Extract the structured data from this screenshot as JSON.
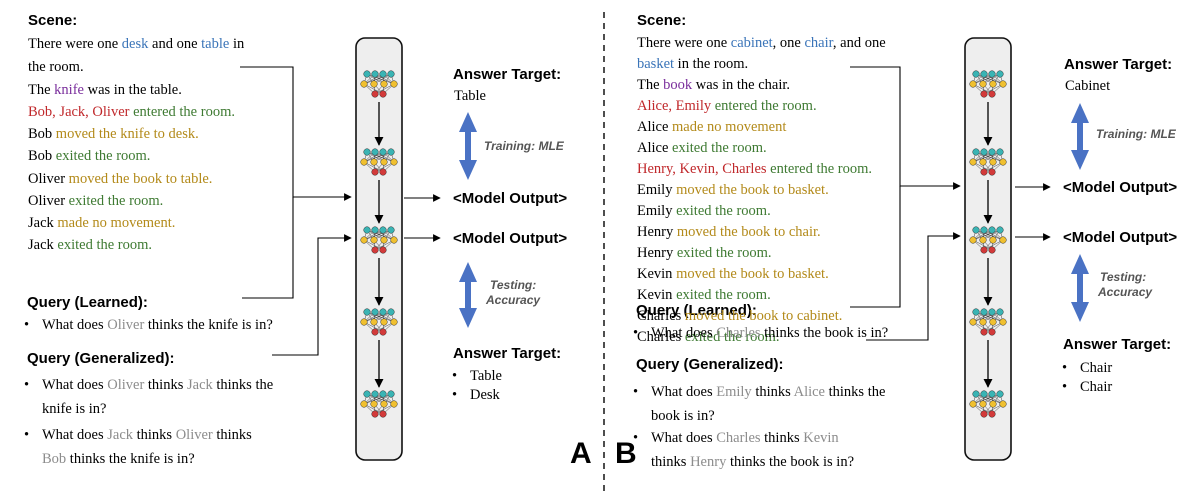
{
  "colors": {
    "blue": "#3a74b8",
    "purple": "#7a2e9c",
    "red": "#c0282b",
    "olive": "#b38a1a",
    "green": "#3e7a32",
    "gray": "#8c8c8c",
    "arrow_blue": "#4a72c4",
    "node_teal": "#3ab4b4",
    "node_yellow": "#f0c030",
    "node_red": "#d23a3a"
  },
  "panel_a": {
    "letter": "A",
    "scene_title": "Scene:",
    "scene_lines": [
      [
        {
          "t": "There were one ",
          "c": "black"
        },
        {
          "t": "desk",
          "c": "blue"
        },
        {
          "t": " and one ",
          "c": "black"
        },
        {
          "t": "table",
          "c": "blue"
        },
        {
          "t": " in",
          "c": "black"
        }
      ],
      [
        {
          "t": "the room.",
          "c": "black"
        }
      ],
      [
        {
          "t": "The ",
          "c": "black"
        },
        {
          "t": "knife",
          "c": "purple"
        },
        {
          "t": " was in the table.",
          "c": "black"
        }
      ],
      [
        {
          "t": "Bob, Jack, Oliver",
          "c": "red"
        },
        {
          "t": " entered the room.",
          "c": "green"
        }
      ],
      [
        {
          "t": "Bob ",
          "c": "black"
        },
        {
          "t": "moved the knife to desk.",
          "c": "olive"
        }
      ],
      [
        {
          "t": "Bob ",
          "c": "black"
        },
        {
          "t": "exited the room.",
          "c": "green"
        }
      ],
      [
        {
          "t": "Oliver ",
          "c": "black"
        },
        {
          "t": "moved the book to table.",
          "c": "olive"
        }
      ],
      [
        {
          "t": "Oliver ",
          "c": "black"
        },
        {
          "t": "exited the room.",
          "c": "green"
        }
      ],
      [
        {
          "t": "Jack ",
          "c": "black"
        },
        {
          "t": "made no movement.",
          "c": "olive"
        }
      ],
      [
        {
          "t": "Jack ",
          "c": "black"
        },
        {
          "t": "exited the room.",
          "c": "green"
        }
      ]
    ],
    "query_learned_title": "Query (Learned):",
    "query_learned": [
      [
        [
          {
            "t": "What does ",
            "c": "black"
          },
          {
            "t": "Oliver",
            "c": "gray"
          },
          {
            "t": " thinks the knife is in?",
            "c": "black"
          }
        ]
      ]
    ],
    "query_generalized_title": "Query (Generalized):",
    "query_generalized": [
      [
        [
          {
            "t": "What does ",
            "c": "black"
          },
          {
            "t": "Oliver",
            "c": "gray"
          },
          {
            "t": " thinks ",
            "c": "black"
          },
          {
            "t": "Jack",
            "c": "gray"
          },
          {
            "t": " thinks the",
            "c": "black"
          }
        ],
        [
          {
            "t": "knife is in?",
            "c": "black"
          }
        ]
      ],
      [
        [
          {
            "t": "What does ",
            "c": "black"
          },
          {
            "t": "Jack",
            "c": "gray"
          },
          {
            "t": " thinks ",
            "c": "black"
          },
          {
            "t": "Oliver",
            "c": "gray"
          },
          {
            "t": " thinks",
            "c": "black"
          }
        ],
        [
          {
            "t": "Bob",
            "c": "gray"
          },
          {
            "t": " thinks the knife is in?",
            "c": "black"
          }
        ]
      ]
    ],
    "answer_target_top_title": "Answer Target:",
    "answer_target_top": "Table",
    "training_label": "Training: MLE",
    "model_output_1": "<Model Output>",
    "model_output_2": "<Model Output>",
    "testing_label_1": "Testing:",
    "testing_label_2": "Accuracy",
    "answer_target_bottom_title": "Answer Target:",
    "answer_target_bottom": [
      "Table",
      "Desk"
    ]
  },
  "panel_b": {
    "letter": "B",
    "scene_title": "Scene:",
    "scene_lines": [
      [
        {
          "t": "There were one ",
          "c": "black"
        },
        {
          "t": "cabinet",
          "c": "blue"
        },
        {
          "t": ", one ",
          "c": "black"
        },
        {
          "t": "chair",
          "c": "blue"
        },
        {
          "t": ", and one",
          "c": "black"
        }
      ],
      [
        {
          "t": "basket",
          "c": "blue"
        },
        {
          "t": " in the room.",
          "c": "black"
        }
      ],
      [
        {
          "t": "The ",
          "c": "black"
        },
        {
          "t": "book",
          "c": "purple"
        },
        {
          "t": " was in the chair.",
          "c": "black"
        }
      ],
      [
        {
          "t": "Alice, Emily",
          "c": "red"
        },
        {
          "t": " entered the room.",
          "c": "green"
        }
      ],
      [
        {
          "t": "Alice ",
          "c": "black"
        },
        {
          "t": "made no movement",
          "c": "olive"
        }
      ],
      [
        {
          "t": "Alice ",
          "c": "black"
        },
        {
          "t": "exited the room.",
          "c": "green"
        }
      ],
      [
        {
          "t": "Henry, Kevin, Charles",
          "c": "red"
        },
        {
          "t": " entered the room.",
          "c": "green"
        }
      ],
      [
        {
          "t": "Emily ",
          "c": "black"
        },
        {
          "t": "moved the book to basket.",
          "c": "olive"
        }
      ],
      [
        {
          "t": "Emily ",
          "c": "black"
        },
        {
          "t": "exited the room.",
          "c": "green"
        }
      ],
      [
        {
          "t": "Henry ",
          "c": "black"
        },
        {
          "t": "moved the book to chair.",
          "c": "olive"
        }
      ],
      [
        {
          "t": "Henry ",
          "c": "black"
        },
        {
          "t": "exited the room.",
          "c": "green"
        }
      ],
      [
        {
          "t": "Kevin ",
          "c": "black"
        },
        {
          "t": "moved the book to basket.",
          "c": "olive"
        }
      ],
      [
        {
          "t": "Kevin ",
          "c": "black"
        },
        {
          "t": "exited the room.",
          "c": "green"
        }
      ],
      [
        {
          "t": "Charles ",
          "c": "black"
        },
        {
          "t": "moved the book to cabinet.",
          "c": "olive"
        }
      ],
      [
        {
          "t": "Charles ",
          "c": "black"
        },
        {
          "t": "exited the room.",
          "c": "green"
        }
      ]
    ],
    "query_learned_title": "Query (Learned):",
    "query_learned": [
      [
        [
          {
            "t": "What does ",
            "c": "black"
          },
          {
            "t": "Charles",
            "c": "gray"
          },
          {
            "t": " thinks the book is in?",
            "c": "black"
          }
        ]
      ]
    ],
    "query_generalized_title": "Query (Generalized):",
    "query_generalized": [
      [
        [
          {
            "t": "What does ",
            "c": "black"
          },
          {
            "t": "Emily",
            "c": "gray"
          },
          {
            "t": " thinks ",
            "c": "black"
          },
          {
            "t": "Alice",
            "c": "gray"
          },
          {
            "t": " thinks the",
            "c": "black"
          }
        ],
        [
          {
            "t": "book is in?",
            "c": "black"
          }
        ]
      ],
      [
        [
          {
            "t": "What does ",
            "c": "black"
          },
          {
            "t": "Charles",
            "c": "gray"
          },
          {
            "t": " thinks ",
            "c": "black"
          },
          {
            "t": "Kevin",
            "c": "gray"
          }
        ],
        [
          {
            "t": "thinks ",
            "c": "black"
          },
          {
            "t": "Henry",
            "c": "gray"
          },
          {
            "t": " thinks the book is in?",
            "c": "black"
          }
        ]
      ]
    ],
    "answer_target_top_title": "Answer Target:",
    "answer_target_top": "Cabinet",
    "training_label": "Training: MLE",
    "model_output_1": "<Model Output>",
    "model_output_2": "<Model Output>",
    "testing_label_1": "Testing:",
    "testing_label_2": "Accuracy",
    "answer_target_bottom_title": "Answer Target:",
    "answer_target_bottom": [
      "Chair",
      "Chair"
    ]
  }
}
